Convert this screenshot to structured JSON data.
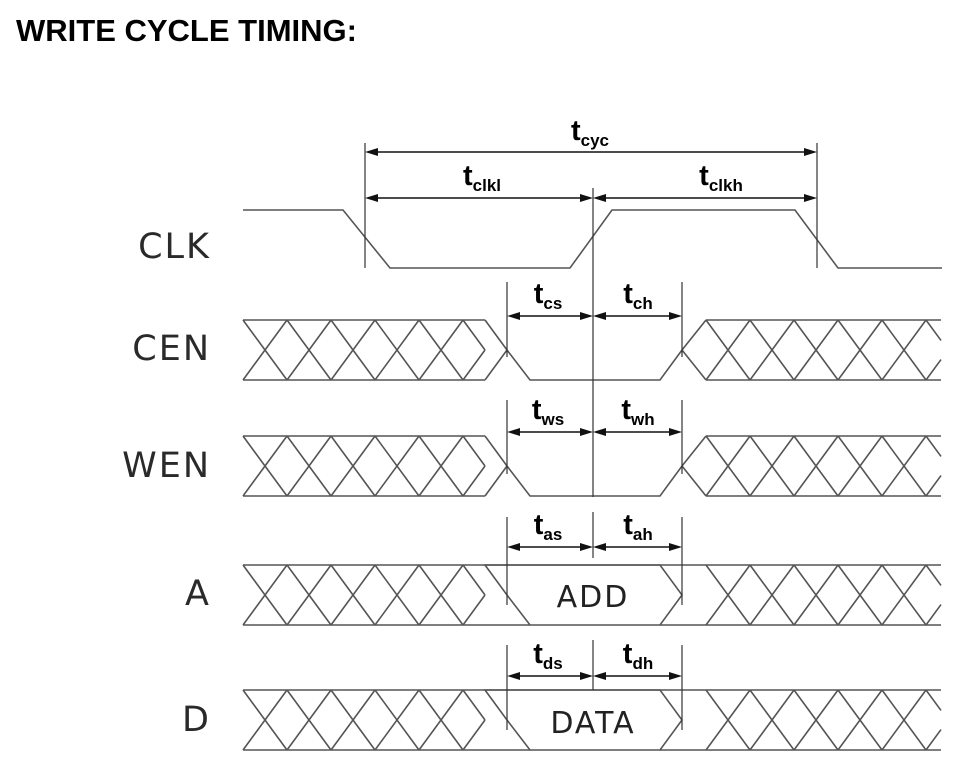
{
  "title": "WRITE CYCLE TIMING:",
  "signals": [
    {
      "name": "CLK"
    },
    {
      "name": "CEN"
    },
    {
      "name": "WEN"
    },
    {
      "name": "A",
      "value": "ADD"
    },
    {
      "name": "D",
      "value": "DATA"
    }
  ],
  "timing_params": {
    "cycle": {
      "main": "t",
      "sub": "cyc"
    },
    "clk_low": {
      "main": "t",
      "sub": "clkl"
    },
    "clk_high": {
      "main": "t",
      "sub": "clkh"
    },
    "cen_setup": {
      "main": "t",
      "sub": "cs"
    },
    "cen_hold": {
      "main": "t",
      "sub": "ch"
    },
    "wen_setup": {
      "main": "t",
      "sub": "ws"
    },
    "wen_hold": {
      "main": "t",
      "sub": "wh"
    },
    "addr_setup": {
      "main": "t",
      "sub": "as"
    },
    "addr_hold": {
      "main": "t",
      "sub": "ah"
    },
    "data_setup": {
      "main": "t",
      "sub": "ds"
    },
    "data_hold": {
      "main": "t",
      "sub": "dh"
    }
  }
}
